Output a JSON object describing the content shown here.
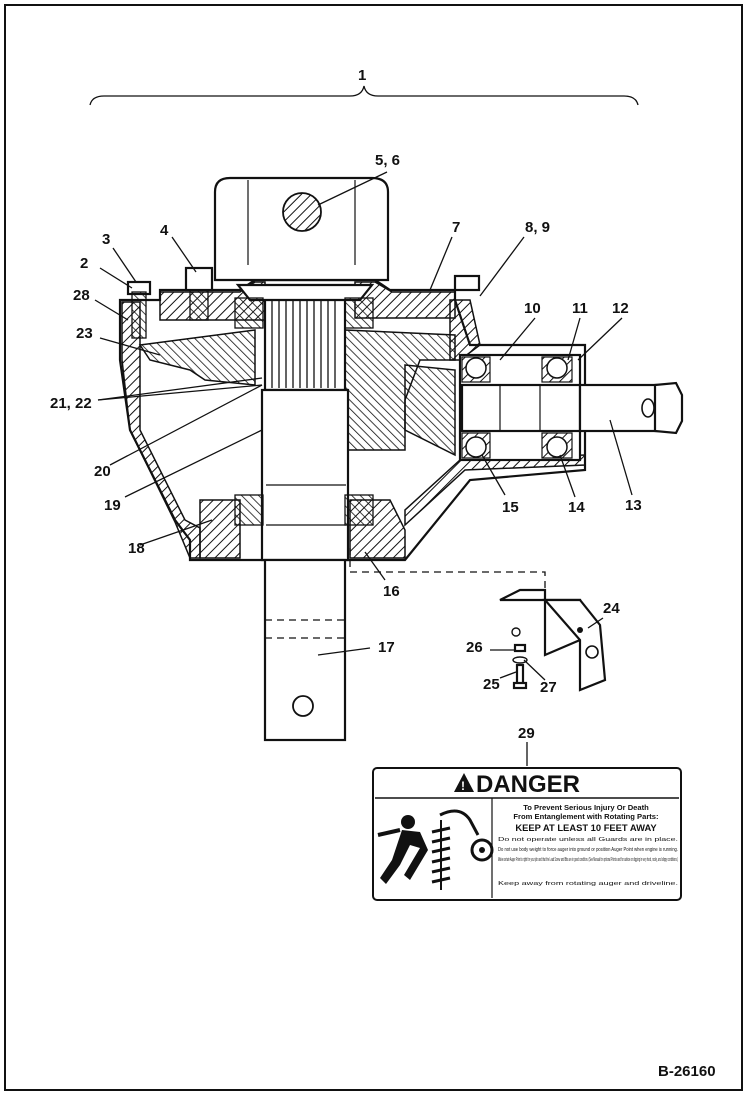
{
  "drawing_id": "B-26160",
  "callouts": {
    "c1": "1",
    "c2": "2",
    "c3": "3",
    "c4": "4",
    "c5_6": "5, 6",
    "c7": "7",
    "c8_9": "8, 9",
    "c10": "10",
    "c11": "11",
    "c12": "12",
    "c13": "13",
    "c14": "14",
    "c15": "15",
    "c16": "16",
    "c17": "17",
    "c18": "18",
    "c19": "19",
    "c20": "20",
    "c21_22": "21, 22",
    "c23": "23",
    "c24": "24",
    "c25": "25",
    "c26": "26",
    "c27": "27",
    "c28": "28",
    "c29": "29"
  },
  "decal": {
    "title": "DANGER",
    "heading1": "To Prevent Serious Injury Or Death",
    "heading2": "From Entanglement with Rotating Parts:",
    "heading3": "KEEP AT LEAST 10 FEET AWAY",
    "bullets": [
      "Do not operate unless all Guards are in place.",
      "Do not use body weight to force auger into ground or position Auger Point when engine is running.",
      "Make certain Auger Point is right for your job and that the Lead Screw and Bits are in good condition. (See Manual for optional Points and for advice on digging in very hard, rocky, and slippy conditions.)",
      "Keep away from rotating auger and driveline."
    ]
  }
}
